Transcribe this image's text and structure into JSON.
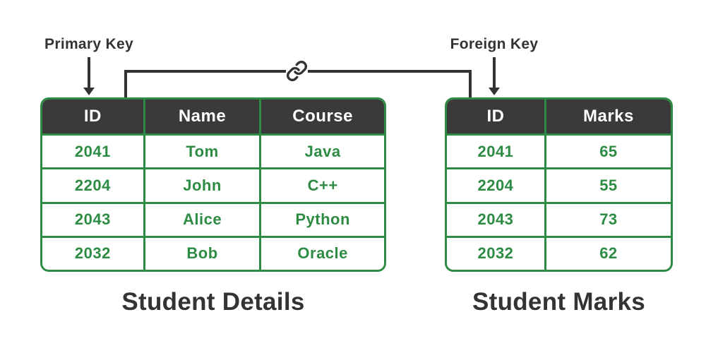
{
  "colors": {
    "accent_green": "#2e8b44",
    "header_background": "#3a3a3a",
    "header_text": "#ffffff",
    "annotation_dark": "#333333",
    "background": "#ffffff"
  },
  "labels": {
    "primary_key": "Primary Key",
    "foreign_key": "Foreign Key"
  },
  "icons": {
    "link": "chain-link-icon"
  },
  "tables": [
    {
      "title": "Student Details",
      "columns": [
        "ID",
        "Name",
        "Course"
      ],
      "rows": [
        [
          "2041",
          "Tom",
          "Java"
        ],
        [
          "2204",
          "John",
          "C++"
        ],
        [
          "2043",
          "Alice",
          "Python"
        ],
        [
          "2032",
          "Bob",
          "Oracle"
        ]
      ]
    },
    {
      "title": "Student Marks",
      "columns": [
        "ID",
        "Marks"
      ],
      "rows": [
        [
          "2041",
          "65"
        ],
        [
          "2204",
          "55"
        ],
        [
          "2043",
          "73"
        ],
        [
          "2032",
          "62"
        ]
      ]
    }
  ]
}
